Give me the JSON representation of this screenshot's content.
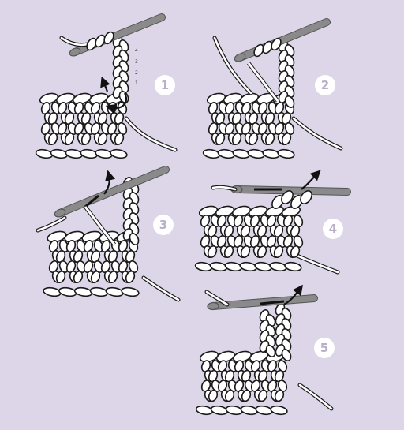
{
  "steps": [
    {
      "number": "1",
      "row_counter_labels": [
        "4",
        "3",
        "2",
        "1"
      ]
    },
    {
      "number": "2"
    },
    {
      "number": "3"
    },
    {
      "number": "4"
    },
    {
      "number": "5"
    }
  ],
  "colors": {
    "background": "#ddd6e8",
    "yarn_fill": "#ffffff",
    "yarn_outline": "#1a1a1a",
    "hook": "#8a8a8a",
    "arrow": "#111111",
    "badge_fill": "#ffffff",
    "badge_text": "#b8b0c6"
  },
  "icons": [
    "crochet-hook-icon",
    "yarn-loop-icon",
    "direction-arrow-icon"
  ]
}
